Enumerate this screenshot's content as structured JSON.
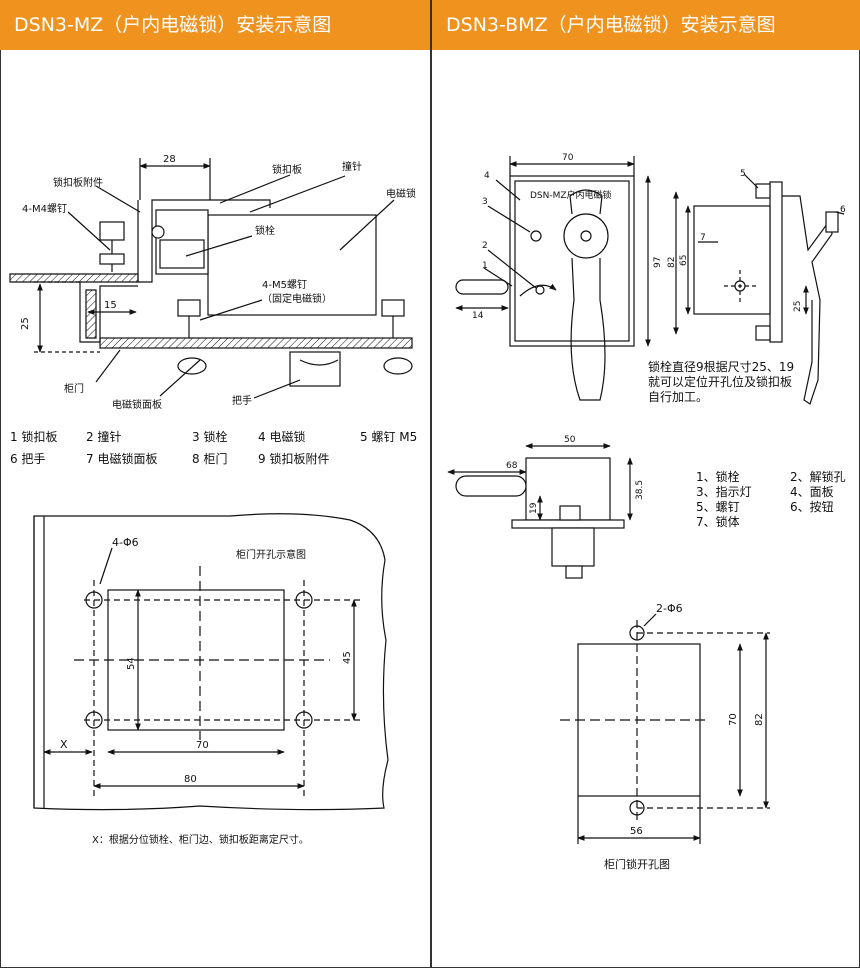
{
  "headers": {
    "left": "DSN3-MZ（户内电磁锁）安装示意图",
    "right": "DSN3-BMZ（户内电磁锁）安装示意图"
  },
  "left_top": {
    "dim_top": "28",
    "dim_15": "15",
    "dim_25": "25",
    "labels": {
      "lock_plate_attachment": "锁扣板附件",
      "lock_plate": "锁扣板",
      "striker": "撞针",
      "electromagnetic_lock": "电磁锁",
      "screw_m4": "4-M4螺钉",
      "bolt": "锁栓",
      "screw_m5": "4-M5螺钉",
      "screw_m5_note": "（固定电磁锁）",
      "cabinet_door": "柜门",
      "face_plate": "电磁锁面板",
      "handle": "把手"
    }
  },
  "left_legend": [
    [
      "1  锁扣板",
      "2  撞针",
      "3  锁栓",
      "4  电磁锁",
      "5  螺钉 M5"
    ],
    [
      "6  把手",
      "7  电磁锁面板",
      "8  柜门",
      "9  锁扣板附件"
    ]
  ],
  "left_bottom": {
    "title": "柜门开孔示意图",
    "holes": "4-Φ6",
    "dim_70": "70",
    "dim_80": "80",
    "dim_54": "54",
    "dim_45": "45",
    "x_label": "X",
    "note": "X：根据分位锁栓、柜门边、锁扣板距离定尺寸。"
  },
  "right_top": {
    "dim_70": "70",
    "dim_97": "97",
    "dim_82": "82",
    "dim_65": "65",
    "dim_25": "25",
    "dim_14": "14",
    "plate_label": "DSN-MZ户内电磁锁",
    "callouts": [
      "4",
      "3",
      "2",
      "1",
      "5",
      "6",
      "7"
    ],
    "note": "锁栓直径9根据尺寸25、19就可以定位开孔位及锁扣板自行加工。"
  },
  "right_mid": {
    "dim_50": "50",
    "dim_68": "68",
    "dim_38": "38.5",
    "dim_19": "19"
  },
  "right_legend": [
    [
      "1、锁栓",
      "2、解锁孔"
    ],
    [
      "3、指示灯",
      "4、面板"
    ],
    [
      "5、螺钉",
      "6、按钮"
    ],
    [
      "7、锁体",
      ""
    ]
  ],
  "right_bottom": {
    "holes": "2-Φ6",
    "dim_70": "70",
    "dim_82": "82",
    "dim_56": "56",
    "title": "柜门锁开孔图"
  }
}
